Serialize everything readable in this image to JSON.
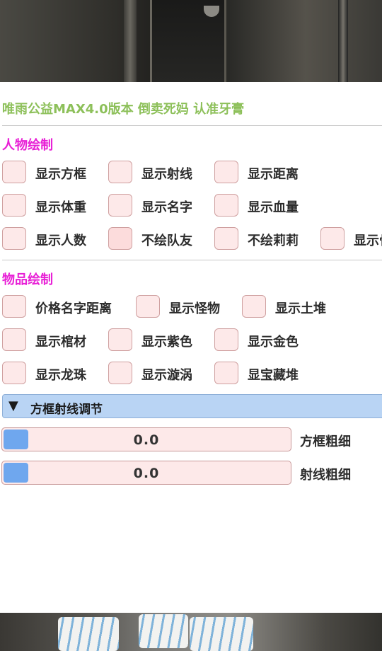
{
  "header": {
    "title": "唯雨公益MAX4.0版本 倒卖死妈 认准牙膏"
  },
  "character_section": {
    "heading": "人物绘制",
    "options": [
      {
        "label": "显示方框",
        "checked": false
      },
      {
        "label": "显示射线",
        "checked": false
      },
      {
        "label": "显示距离",
        "checked": false
      },
      {
        "label": "显示体重",
        "checked": false
      },
      {
        "label": "显示名字",
        "checked": false
      },
      {
        "label": "显示血量",
        "checked": false
      },
      {
        "label": "显示人数",
        "checked": false
      },
      {
        "label": "不绘队友",
        "checked": false
      },
      {
        "label": "不绘莉莉",
        "checked": false
      },
      {
        "label": "显示骨骼",
        "checked": false
      }
    ]
  },
  "item_section": {
    "heading": "物品绘制",
    "options": [
      {
        "label": "价格名字距离",
        "checked": false
      },
      {
        "label": "显示怪物",
        "checked": false
      },
      {
        "label": "显示土堆",
        "checked": false
      },
      {
        "label": "显示棺材",
        "checked": false
      },
      {
        "label": "显示紫色",
        "checked": false
      },
      {
        "label": "显示金色",
        "checked": false
      },
      {
        "label": "显示龙珠",
        "checked": false
      },
      {
        "label": "显示漩涡",
        "checked": false
      },
      {
        "label": "显宝藏堆",
        "checked": false
      }
    ]
  },
  "tuning": {
    "collapse_arrow": "▼",
    "heading": "方框射线调节",
    "sliders": [
      {
        "value": "0.0",
        "label": "方框粗细",
        "level": 0
      },
      {
        "value": "0.0",
        "label": "射线粗细",
        "level": 0
      }
    ]
  },
  "colors": {
    "title": "#8dc05a",
    "section_heading": "#e81fd6",
    "checkbox_bg": "#fde9e9",
    "slider_grab": "#6fa7ee",
    "collapser_bg": "#b9d4f4"
  }
}
